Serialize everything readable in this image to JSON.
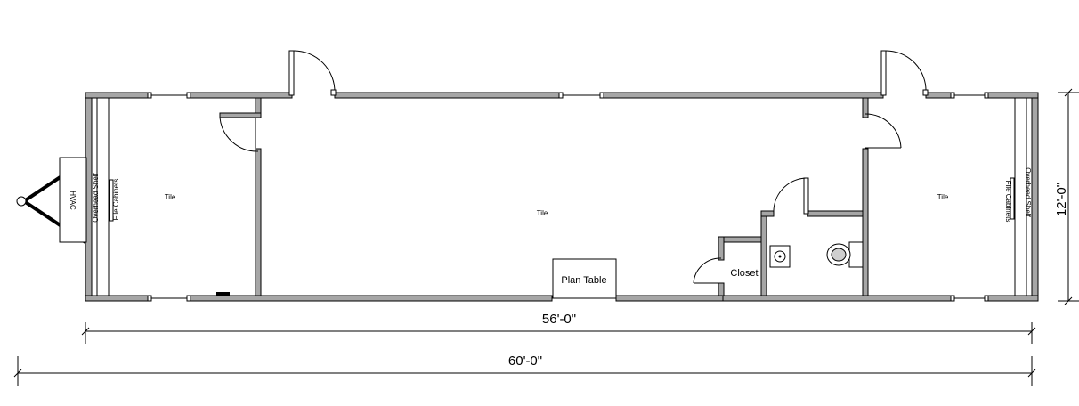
{
  "rooms": {
    "tile_left": "Tile",
    "tile_center": "Tile",
    "tile_right": "Tile",
    "closet": "Closet"
  },
  "fixtures": {
    "hvac": "HVAC",
    "overhead_shelf_left": "Overhead Shelf",
    "file_cabinets_left": "File Cabinets",
    "overhead_shelf_right": "Overhead Shelf",
    "file_cabinets_right": "File Cabinets",
    "plan_table": "Plan Table"
  },
  "dimensions": {
    "interior_length": "56'-0\"",
    "overall_length": "60'-0\"",
    "width": "12'-0\""
  }
}
